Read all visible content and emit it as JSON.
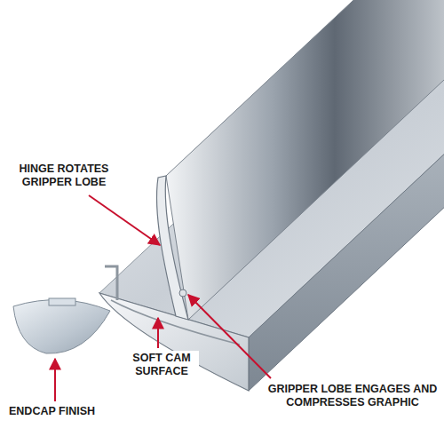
{
  "diagram": {
    "labels": [
      "HINGE ROTATES GRIPPER LOBE",
      "GRIPPER LOBE ENGAGES AND COMPRESSES GRAPHIC",
      "SOFT CAM SURFACE",
      "ENDCAP FINISH"
    ]
  }
}
